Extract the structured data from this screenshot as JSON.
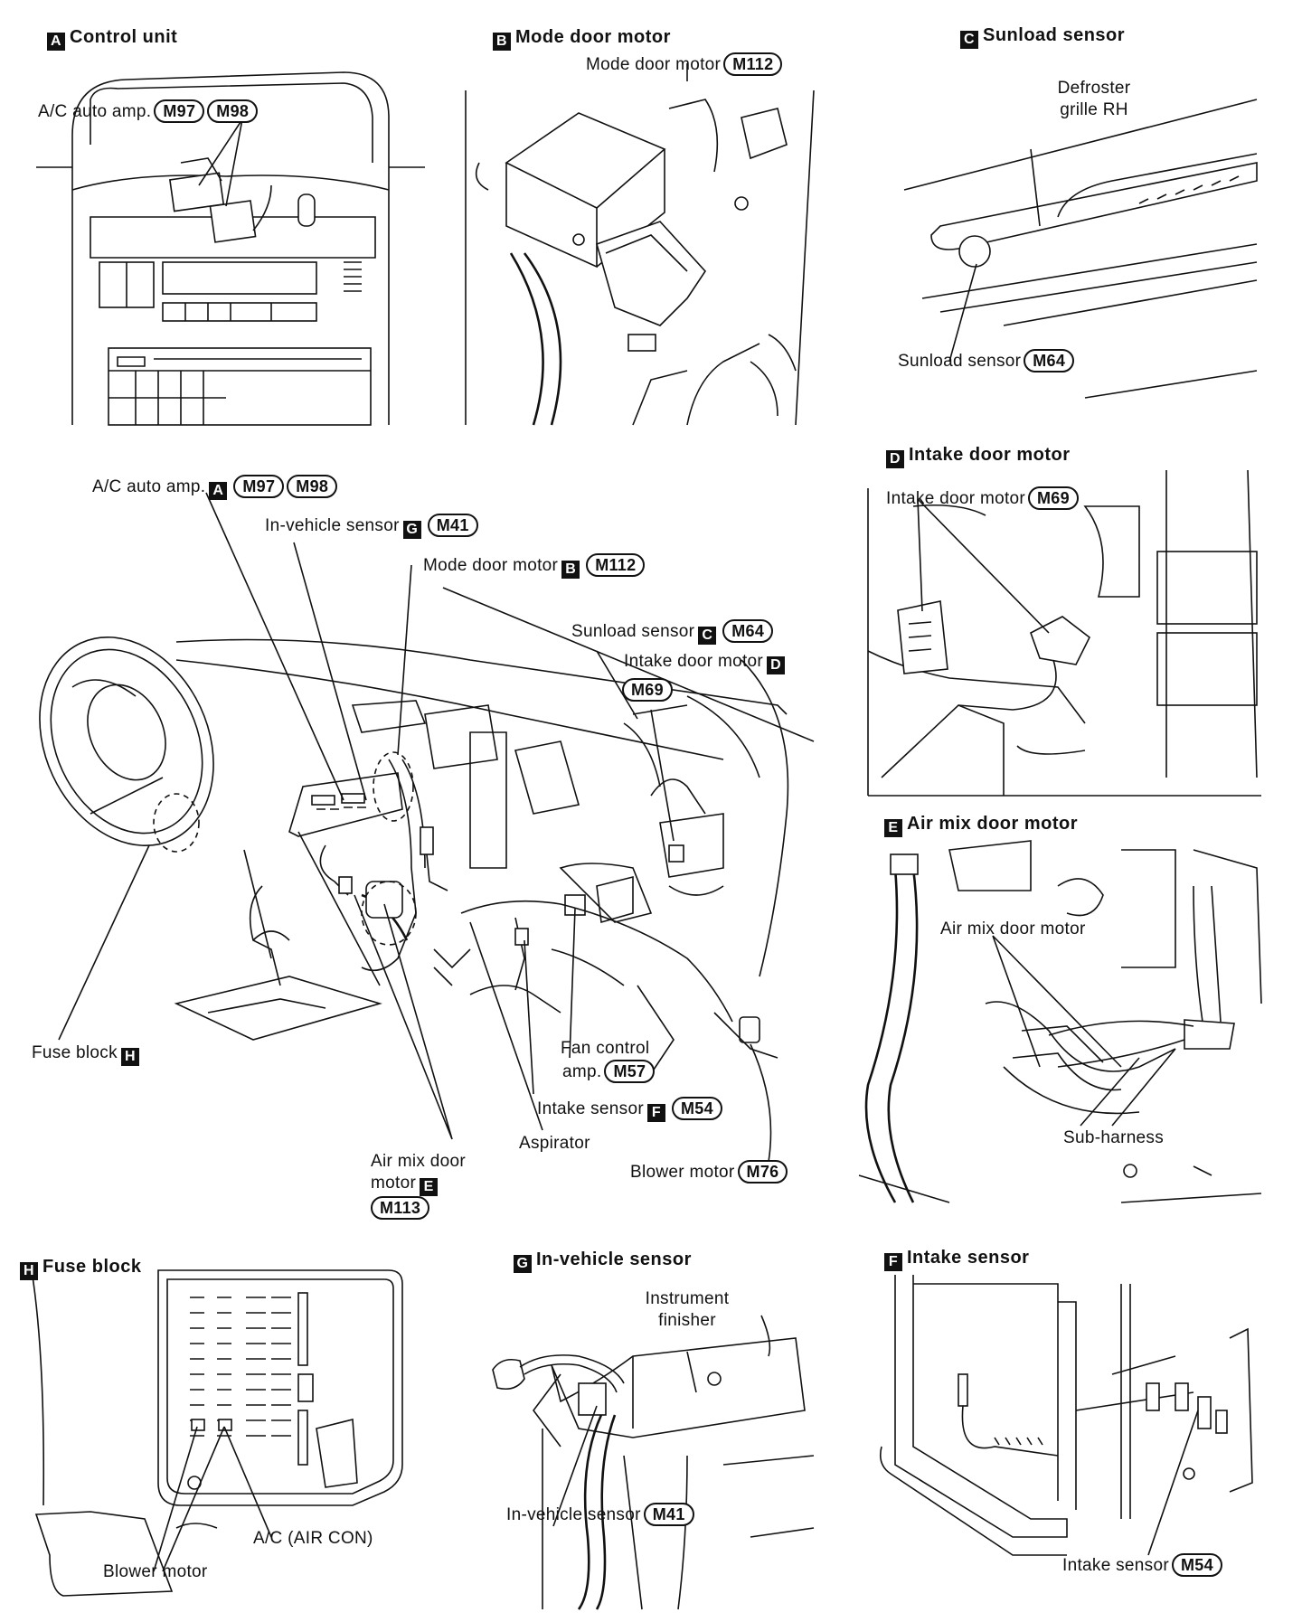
{
  "panels": {
    "A": {
      "letter": "A",
      "title": "Control unit",
      "label": "A/C auto amp.",
      "conn1": "M97",
      "conn2": "M98"
    },
    "B": {
      "letter": "B",
      "title": "Mode door motor",
      "label": "Mode door motor",
      "conn": "M112"
    },
    "C": {
      "letter": "C",
      "title": "Sunload sensor",
      "grille_line1": "Defroster",
      "grille_line2": "grille RH",
      "label": "Sunload sensor",
      "conn": "M64"
    },
    "D": {
      "letter": "D",
      "title": "Intake door motor",
      "label": "Intake door motor",
      "conn": "M69"
    },
    "E": {
      "letter": "E",
      "title": "Air mix door motor",
      "label": "Air mix door motor",
      "sub_harness": "Sub-harness"
    },
    "H": {
      "letter": "H",
      "title": "Fuse block",
      "label_ac": "A/C (AIR CON)",
      "label_blower": "Blower motor"
    },
    "G": {
      "letter": "G",
      "title": "In-vehicle sensor",
      "finisher_line1": "Instrument",
      "finisher_line2": "finisher",
      "label": "In-vehicle sensor",
      "conn": "M41"
    },
    "F": {
      "letter": "F",
      "title": "Intake sensor",
      "label": "Intake sensor",
      "conn": "M54"
    }
  },
  "overview": {
    "ac_amp": {
      "label": "A/C auto amp.",
      "letter": "A",
      "conn1": "M97",
      "conn2": "M98"
    },
    "in_vehicle": {
      "label": "In-vehicle sensor",
      "letter": "G",
      "conn": "M41"
    },
    "mode_door": {
      "label": "Mode door motor",
      "letter": "B",
      "conn": "M112"
    },
    "sunload": {
      "label": "Sunload sensor",
      "letter": "C",
      "conn": "M64"
    },
    "intake_door": {
      "label": "Intake door motor",
      "letter": "D",
      "conn": "M69"
    },
    "fuse_block": {
      "label": "Fuse block",
      "letter": "H"
    },
    "fan_control": {
      "line1": "Fan control",
      "line2": "amp.",
      "conn": "M57"
    },
    "intake_sensor": {
      "label": "Intake sensor",
      "letter": "F",
      "conn": "M54"
    },
    "aspirator": {
      "label": "Aspirator"
    },
    "blower": {
      "label": "Blower motor",
      "conn": "M76"
    },
    "air_mix": {
      "line1": "Air mix door",
      "line2": "motor",
      "letter": "E",
      "conn": "M113"
    }
  }
}
